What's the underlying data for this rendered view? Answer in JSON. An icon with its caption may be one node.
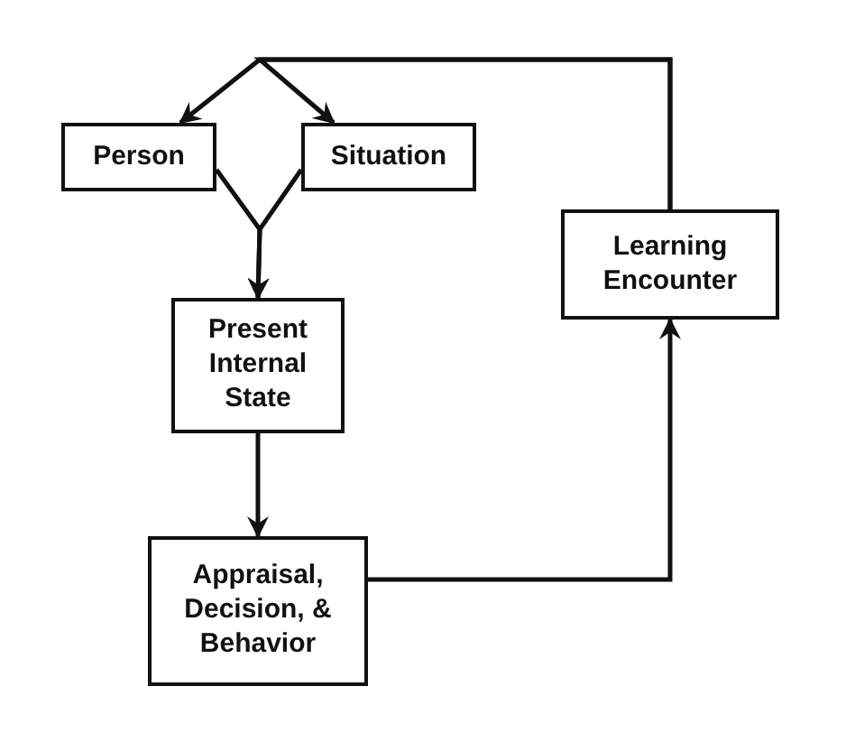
{
  "diagram": {
    "nodes": [
      {
        "text": [
          "Person"
        ]
      },
      {
        "text": [
          "Situation"
        ]
      },
      {
        "text": [
          "Present Internal State"
        ]
      },
      {
        "text": [
          "Learning Encounter"
        ]
      },
      {
        "text": [
          "Appraisal, Decision, & Behavior"
        ]
      }
    ],
    "edges": [
      {
        "from": 3,
        "to": 0,
        "arrow": "to"
      },
      {
        "from": 3,
        "to": 1,
        "arrow": "to"
      },
      {
        "from": 0,
        "to": 2,
        "arrow": "to"
      },
      {
        "from": 1,
        "to": 2,
        "arrow": "to"
      },
      {
        "from": 2,
        "to": 4,
        "arrow": "to"
      },
      {
        "from": 4,
        "to": 3,
        "arrow": "to"
      }
    ]
  }
}
